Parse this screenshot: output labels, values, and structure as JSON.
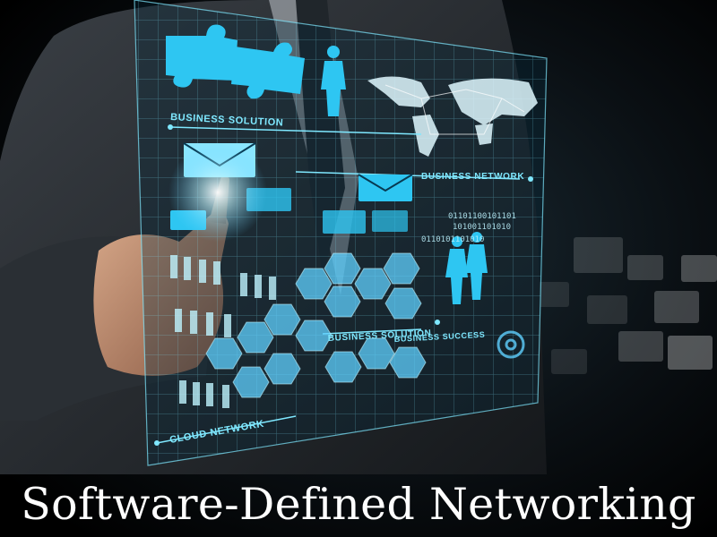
{
  "caption": "Software-Defined Networking",
  "hud_labels": {
    "business_solution_top": "BUSINESS SOLUTION",
    "business_network": "BUSINESS NETWORK",
    "business_solution_mid": "BUSINESS SOLUTION",
    "business_success": "BUSINESS SUCCESS",
    "cloud_network": "CLOUD NETWORK"
  },
  "binary_text": [
    "01101100101101",
    "101001101010",
    "0110101101010"
  ],
  "colors": {
    "background": "#000000",
    "hud_cyan": "#7fe8ff",
    "hud_blue": "#2aa8e0",
    "caption": "#ffffff"
  }
}
